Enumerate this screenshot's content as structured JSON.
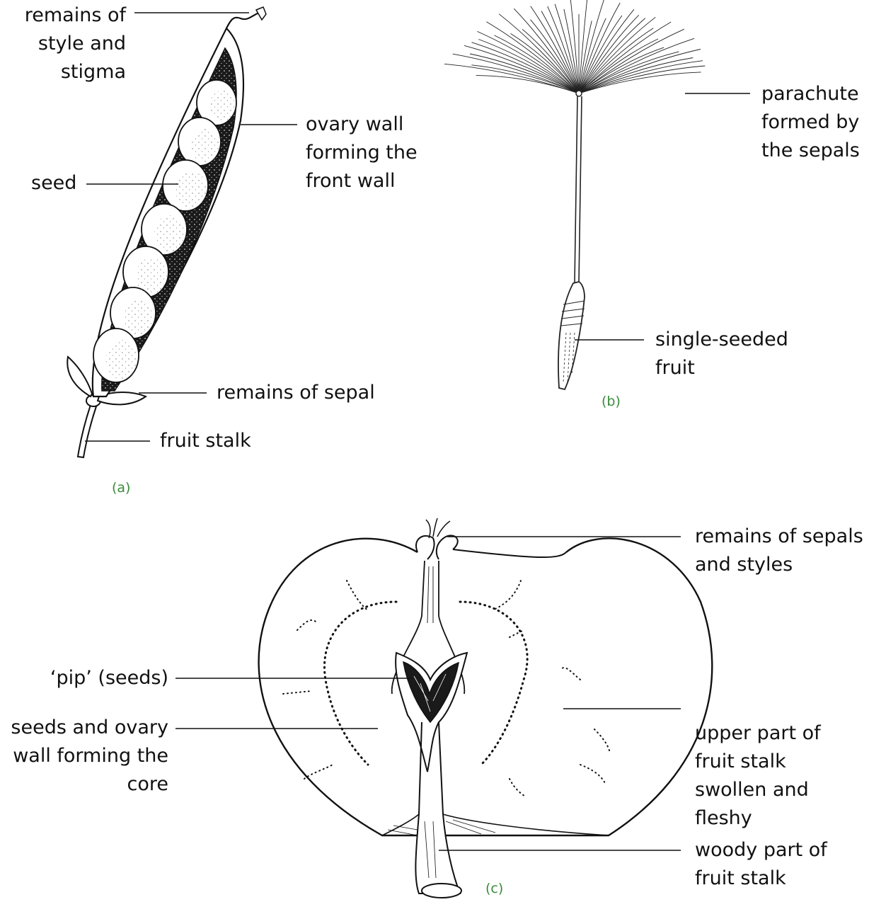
{
  "panel_a": {
    "caption": "(a)",
    "labels": {
      "style_stigma": "remains of\nstyle and\nstigma",
      "ovary_wall": "ovary wall\nforming the\nfront wall",
      "seed": "seed",
      "sepal": "remains of sepal",
      "stalk": "fruit stalk"
    }
  },
  "panel_b": {
    "caption": "(b)",
    "labels": {
      "parachute": "parachute\nformed by\nthe sepals",
      "fruit": "single-seeded\nfruit"
    }
  },
  "panel_c": {
    "caption": "(c)",
    "labels": {
      "sepals_styles": "remains of sepals\nand styles",
      "pip": "‘pip’ (seeds)",
      "core": "seeds and ovary\nwall forming the\ncore",
      "upper_stalk": "upper part of\nfruit stalk\nswollen and\nfleshy",
      "woody_stalk": "woody part of\nfruit stalk"
    }
  },
  "colors": {
    "ink": "#111111",
    "caption": "#3a8a3a",
    "pod_interior": "#1c1c1c"
  }
}
